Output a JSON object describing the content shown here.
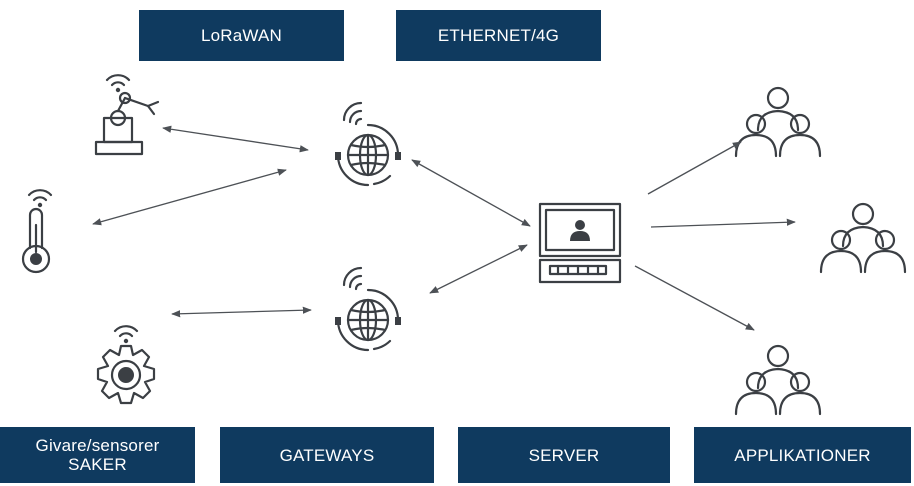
{
  "labels": {
    "lorawan": "LoRaWAN",
    "ethernet": "ETHERNET/4G",
    "sensors_line1": "Givare/sensorer",
    "sensors_line2": "SAKER",
    "gateways": "GATEWAYS",
    "server": "SERVER",
    "applications": "APPLIKATIONER"
  },
  "icons": {
    "robot_arm": "robot-arm-icon",
    "thermometer": "thermometer-icon",
    "gear": "gear-icon",
    "gateway": "globe-gateway-icon",
    "server": "computer-terminal-icon",
    "users": "user-group-icon"
  },
  "colors": {
    "box_background": "#0f3a5f",
    "box_text": "#ffffff",
    "icon_stroke": "#3b3f44"
  }
}
